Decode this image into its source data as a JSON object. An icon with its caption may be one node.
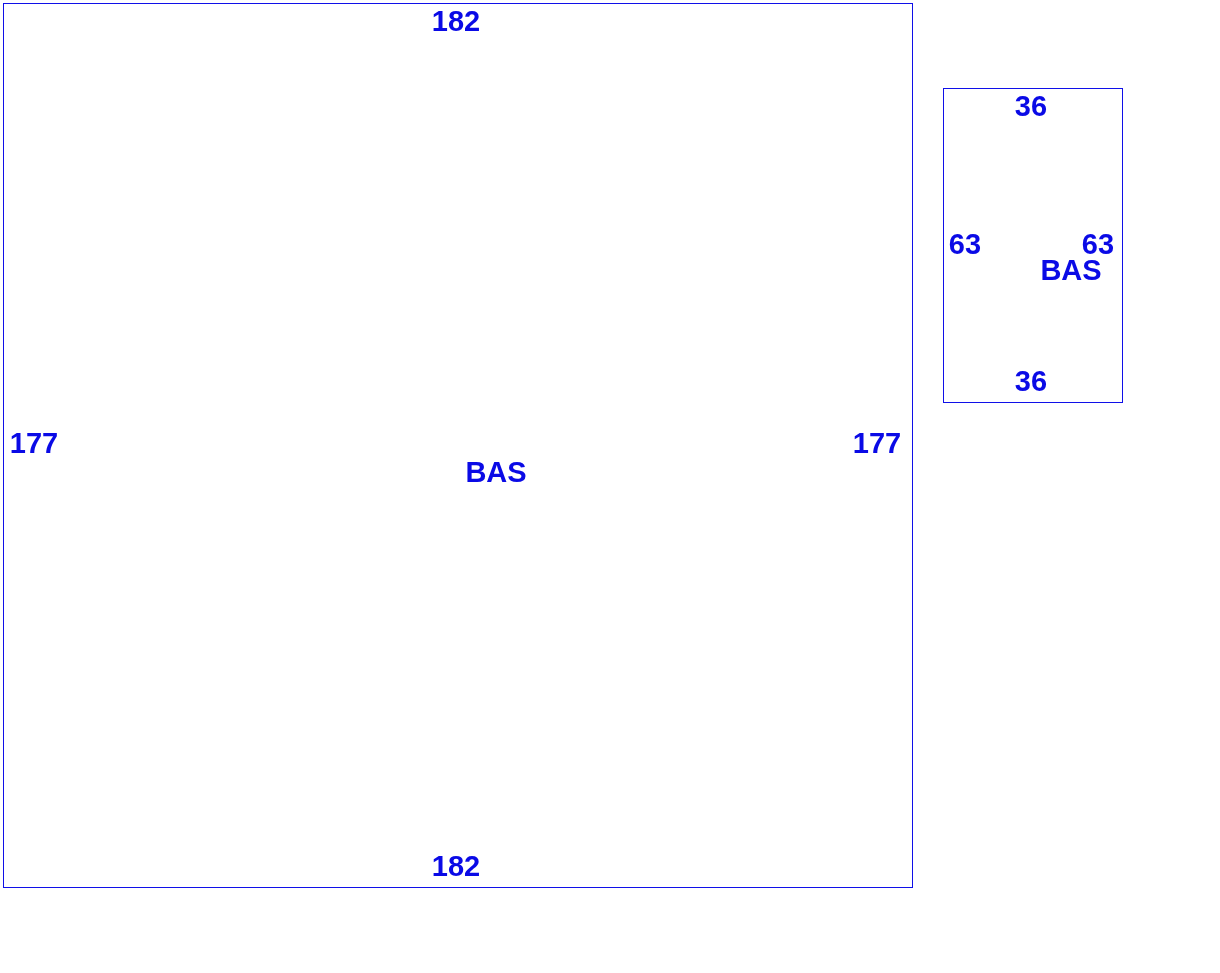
{
  "diagram": {
    "nodes": [
      {
        "text": [
          "BAS"
        ]
      },
      {
        "text": [
          "BAS"
        ]
      }
    ],
    "labels": [
      "182",
      "177",
      "177",
      "182",
      "36",
      "63",
      "63",
      "36"
    ]
  }
}
